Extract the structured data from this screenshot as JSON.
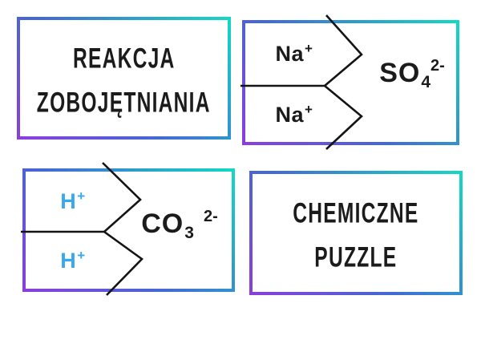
{
  "sheet": {
    "background": "#ffffff"
  },
  "theme": {
    "border_gradient_start": "#8a3ede",
    "border_gradient_mid": "#4468d4",
    "border_gradient_end": "#12d8c4",
    "puzzle_line_color": "#141414",
    "text_color": "#1b1b1b",
    "hydrogen_ion_color": "#3aa8f0"
  },
  "cards": {
    "reakcja": {
      "line1": "REAKCJA",
      "line2": "ZOBOJĘTNIANIA"
    },
    "sodium_sulfate": {
      "cation_symbol": "Na",
      "cation_charge": "+",
      "anion_symbol": "SO",
      "anion_subscript": "4",
      "anion_charge": "2-"
    },
    "carbonic_acid": {
      "cation_symbol": "H",
      "cation_charge": "+",
      "anion_symbol": "CO",
      "anion_subscript": "3",
      "anion_charge": "2-"
    },
    "chemiczne": {
      "line1": "CHEMICZNE",
      "line2": "PUZZLE"
    }
  }
}
